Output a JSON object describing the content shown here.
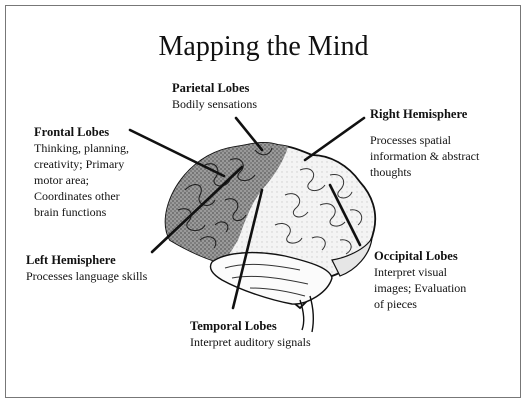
{
  "title": "Mapping the Mind",
  "labels": {
    "parietal": {
      "heading": "Parietal Lobes",
      "desc": "Bodily sensations"
    },
    "right": {
      "heading": "Right Hemisphere",
      "desc": "Processes spatial\ninformation & abstract\nthoughts"
    },
    "frontal": {
      "heading": "Frontal Lobes",
      "desc": "Thinking, planning,\ncreativity; Primary\nmotor area;\nCoordinates other\nbrain functions"
    },
    "left": {
      "heading": "Left Hemisphere",
      "desc": "Processes language skills"
    },
    "occipital": {
      "heading": "Occipital Lobes",
      "desc": "Interpret visual\nimages; Evaluation\nof pieces"
    },
    "temporal": {
      "heading": "Temporal Lobes",
      "desc": "Interpret auditory signals"
    }
  },
  "colors": {
    "left_hemisphere_shade": "#8a8a8a",
    "outline": "#111111",
    "background": "#ffffff"
  }
}
